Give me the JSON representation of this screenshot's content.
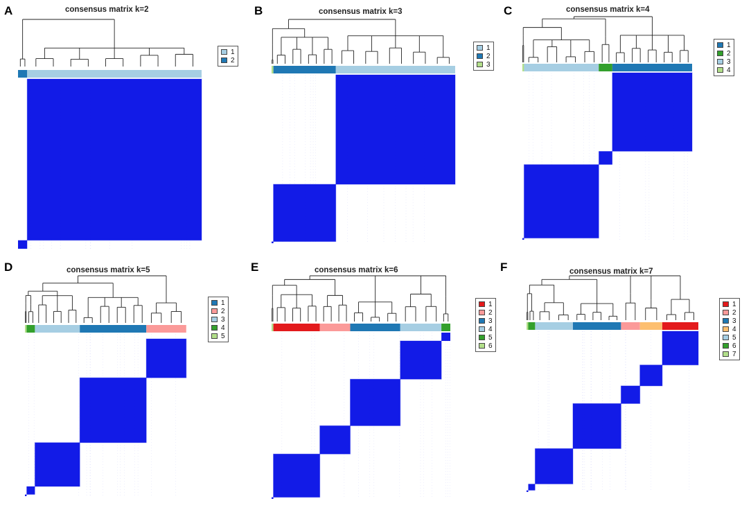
{
  "colors": {
    "cell": "#0a14e6",
    "dendrogram": "#222222",
    "light_blue": "#a6cee3",
    "dark_blue": "#1f78b4",
    "light_green": "#b2df8a",
    "dark_green": "#33a02c",
    "pink": "#fb9a99",
    "red": "#e31a1c",
    "orange": "#fdbf6f"
  },
  "chart_data": [
    {
      "type": "heatmap",
      "letter": "A",
      "title": "consensus matrix k=2",
      "legend": [
        {
          "label": "1",
          "color": "#a6cee3"
        },
        {
          "label": "2",
          "color": "#1f78b4"
        }
      ],
      "sample_order": [
        {
          "cluster": "2",
          "fraction": 0.05
        },
        {
          "cluster": "1",
          "fraction": 0.95
        }
      ]
    },
    {
      "type": "heatmap",
      "letter": "B",
      "title": "consensus matrix k=3",
      "legend": [
        {
          "label": "1",
          "color": "#a6cee3"
        },
        {
          "label": "2",
          "color": "#1f78b4"
        },
        {
          "label": "3",
          "color": "#b2df8a"
        }
      ],
      "sample_order": [
        {
          "cluster": "3",
          "fraction": 0.01
        },
        {
          "cluster": "2",
          "fraction": 0.34
        },
        {
          "cluster": "1",
          "fraction": 0.65
        }
      ]
    },
    {
      "type": "heatmap",
      "letter": "C",
      "title": "consensus matrix k=4",
      "legend": [
        {
          "label": "1",
          "color": "#1f78b4"
        },
        {
          "label": "2",
          "color": "#33a02c"
        },
        {
          "label": "3",
          "color": "#a6cee3"
        },
        {
          "label": "4",
          "color": "#b2df8a"
        }
      ],
      "sample_order": [
        {
          "cluster": "4",
          "fraction": 0.01
        },
        {
          "cluster": "3",
          "fraction": 0.44
        },
        {
          "cluster": "2",
          "fraction": 0.08
        },
        {
          "cluster": "1",
          "fraction": 0.47
        }
      ]
    },
    {
      "type": "heatmap",
      "letter": "D",
      "title": "consensus matrix k=5",
      "legend": [
        {
          "label": "1",
          "color": "#1f78b4"
        },
        {
          "label": "2",
          "color": "#fb9a99"
        },
        {
          "label": "3",
          "color": "#a6cee3"
        },
        {
          "label": "4",
          "color": "#33a02c"
        },
        {
          "label": "5",
          "color": "#b2df8a"
        }
      ],
      "sample_order": [
        {
          "cluster": "5",
          "fraction": 0.01
        },
        {
          "cluster": "4",
          "fraction": 0.05
        },
        {
          "cluster": "3",
          "fraction": 0.27
        },
        {
          "cluster": "1",
          "fraction": 0.4
        },
        {
          "cluster": "2",
          "fraction": 0.24
        }
      ]
    },
    {
      "type": "heatmap",
      "letter": "E",
      "title": "consensus matrix k=6",
      "legend": [
        {
          "label": "1",
          "color": "#e31a1c"
        },
        {
          "label": "2",
          "color": "#fb9a99"
        },
        {
          "label": "3",
          "color": "#1f78b4"
        },
        {
          "label": "4",
          "color": "#a6cee3"
        },
        {
          "label": "5",
          "color": "#33a02c"
        },
        {
          "label": "6",
          "color": "#b2df8a"
        }
      ],
      "sample_order": [
        {
          "cluster": "6",
          "fraction": 0.01
        },
        {
          "cluster": "1",
          "fraction": 0.26
        },
        {
          "cluster": "2",
          "fraction": 0.17
        },
        {
          "cluster": "3",
          "fraction": 0.28
        },
        {
          "cluster": "4",
          "fraction": 0.23
        },
        {
          "cluster": "5",
          "fraction": 0.05
        }
      ]
    },
    {
      "type": "heatmap",
      "letter": "F",
      "title": "consensus matrix k=7",
      "legend": [
        {
          "label": "1",
          "color": "#e31a1c"
        },
        {
          "label": "2",
          "color": "#fb9a99"
        },
        {
          "label": "3",
          "color": "#1f78b4"
        },
        {
          "label": "4",
          "color": "#fdbf6f"
        },
        {
          "label": "5",
          "color": "#a6cee3"
        },
        {
          "label": "6",
          "color": "#33a02c"
        },
        {
          "label": "7",
          "color": "#b2df8a"
        }
      ],
      "sample_order": [
        {
          "cluster": "7",
          "fraction": 0.01
        },
        {
          "cluster": "6",
          "fraction": 0.04
        },
        {
          "cluster": "5",
          "fraction": 0.22
        },
        {
          "cluster": "3",
          "fraction": 0.28
        },
        {
          "cluster": "2",
          "fraction": 0.11
        },
        {
          "cluster": "4",
          "fraction": 0.13
        },
        {
          "cluster": "1",
          "fraction": 0.21
        }
      ]
    }
  ]
}
